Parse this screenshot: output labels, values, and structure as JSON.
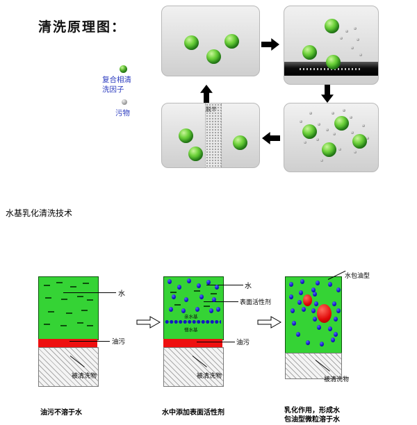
{
  "title": "清洗原理图：",
  "legend": {
    "factor": "复合相清洗因子",
    "dirt": "污物"
  },
  "cycle": {
    "dry_label": "脱干"
  },
  "section_title": "水基乳化清洗技术",
  "d1": {
    "water": "水",
    "oil": "油污",
    "substrate": "被清洗物",
    "caption": "油污不溶于水"
  },
  "d2": {
    "water": "水",
    "surfactant": "表面活性剂",
    "oil": "油污",
    "substrate": "被清洗物",
    "hydrophilic": "亲水基",
    "hydrophobic": "憎水基",
    "caption": "水中添加表面活性剂"
  },
  "d3": {
    "micelle": "水包油型",
    "substrate": "被清洗物",
    "caption1": "乳化作用，形成水",
    "caption2": "包油型微粒溶于水"
  },
  "colors": {
    "water_green": "#35d335",
    "oil_red": "#ee1010",
    "surfactant_blue": "#131ac2",
    "factor_green": "#2f9e1d",
    "legend_text_blue": "#2b3bbf"
  }
}
